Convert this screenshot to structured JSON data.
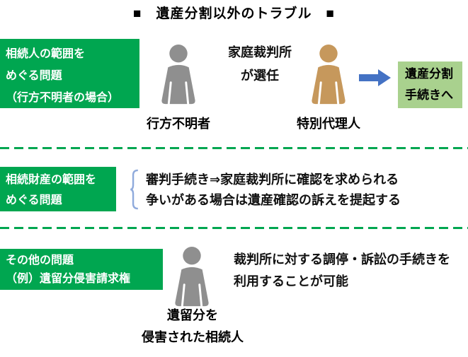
{
  "title": "■　遺産分割以外のトラブル　■",
  "colors": {
    "heading_green": "#00A650",
    "outcome_green": "#A9D18E",
    "arrow_blue": "#4472C4",
    "person_gray": "#8F8F8F",
    "person_tan": "#C6985C",
    "brace_blue": "#8FAADC"
  },
  "sections": [
    {
      "heading_lines": [
        "相続人の範囲を",
        "めぐる問題",
        "（行方不明者の場合）"
      ],
      "missing_person_label": "行方不明者",
      "court_lines": [
        "家庭裁判所",
        "が選任"
      ],
      "agent_label": "特別代理人",
      "outcome_lines": [
        "遺産分割",
        "手続きへ"
      ],
      "icons": [
        "missing-person-icon",
        "special-agent-icon",
        "arrow-right-icon"
      ]
    },
    {
      "heading_lines": [
        "相続財産の範囲を",
        "めぐる問題"
      ],
      "bullet_lines": [
        "審判手続き⇒家庭裁判所に確認を求められる",
        "争いがある場合は遺産確認の訴えを提起する"
      ],
      "icons": [
        "left-brace-icon"
      ]
    },
    {
      "heading_lines": [
        "その他の問題",
        "（例）遺留分侵害請求権"
      ],
      "body_lines": [
        "裁判所に対する調停・訴訟の手続きを",
        "利用することが可能"
      ],
      "heir_label_lines": [
        "遺留分を",
        "侵害された相続人"
      ],
      "icons": [
        "infringed-heir-icon"
      ]
    }
  ]
}
